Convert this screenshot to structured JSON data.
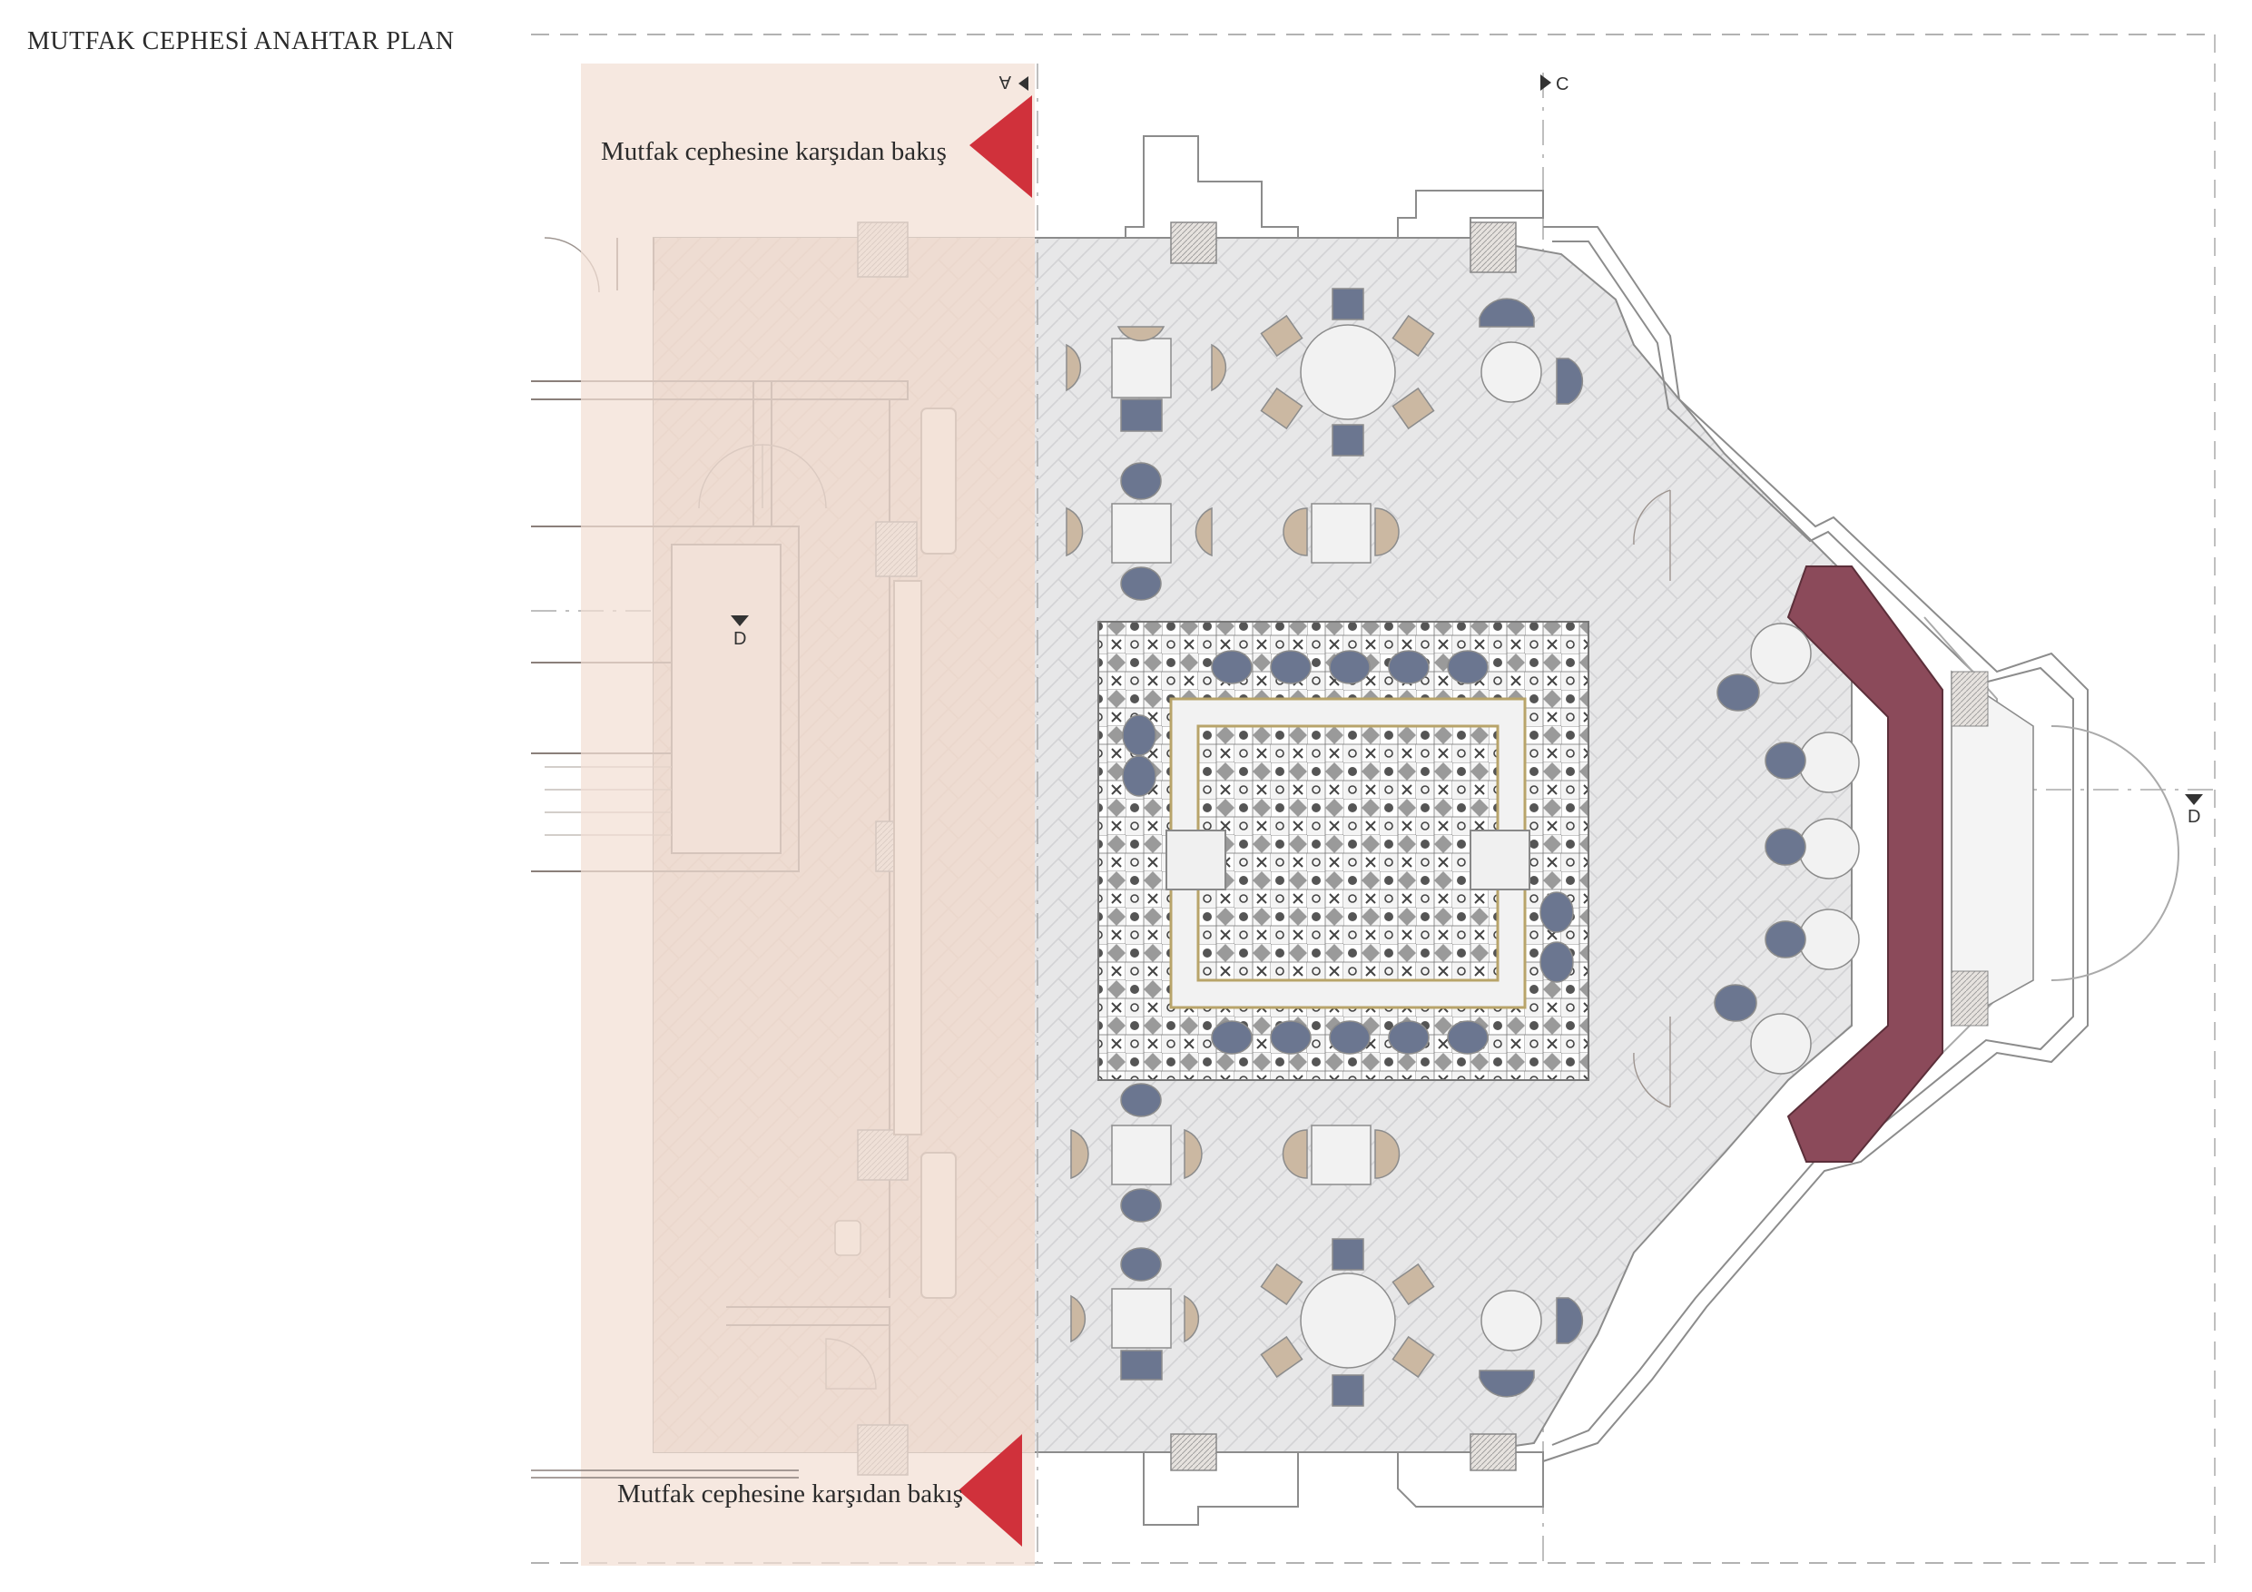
{
  "sheet": {
    "title": "MUTFAK CEPHESİ ANAHTAR PLAN"
  },
  "callouts": {
    "top": "Mutfak cephesine karşıdan bakış",
    "bottom": "Mutfak cephesine karşıdan bakış"
  },
  "section_markers": {
    "a": "A",
    "c": "C",
    "d1": "D",
    "d2": "D"
  },
  "colors": {
    "highlight_zone": "#f3dfd4",
    "arrow": "#d0313b",
    "bar_counter": "#8b4a5a",
    "floor": "#e6e6e6",
    "wall_line": "#9a9a9a",
    "chair_wood": "#cbb8a2",
    "chair_slate": "#6b7690",
    "table_marble": "#f2f2f2"
  }
}
